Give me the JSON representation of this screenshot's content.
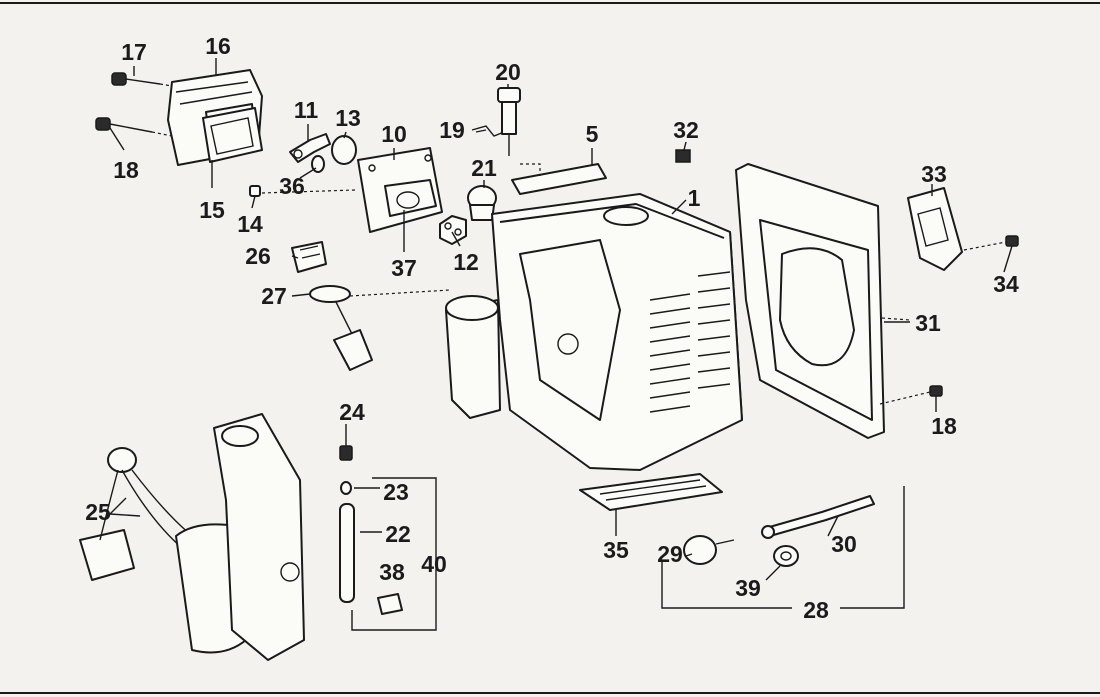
{
  "callouts": {
    "c1": "1",
    "c5": "5",
    "c10": "10",
    "c11": "11",
    "c12": "12",
    "c13": "13",
    "c14": "14",
    "c15": "15",
    "c16": "16",
    "c17": "17",
    "c18a": "18",
    "c18b": "18",
    "c19": "19",
    "c20": "20",
    "c21": "21",
    "c22": "22",
    "c23": "23",
    "c24": "24",
    "c25": "25",
    "c26": "26",
    "c27": "27",
    "c28": "28",
    "c29": "29",
    "c30": "30",
    "c31": "31",
    "c32": "32",
    "c33": "33",
    "c34": "34",
    "c35": "35",
    "c36": "36",
    "c37": "37",
    "c38": "38",
    "c39": "39",
    "c40": "40"
  }
}
